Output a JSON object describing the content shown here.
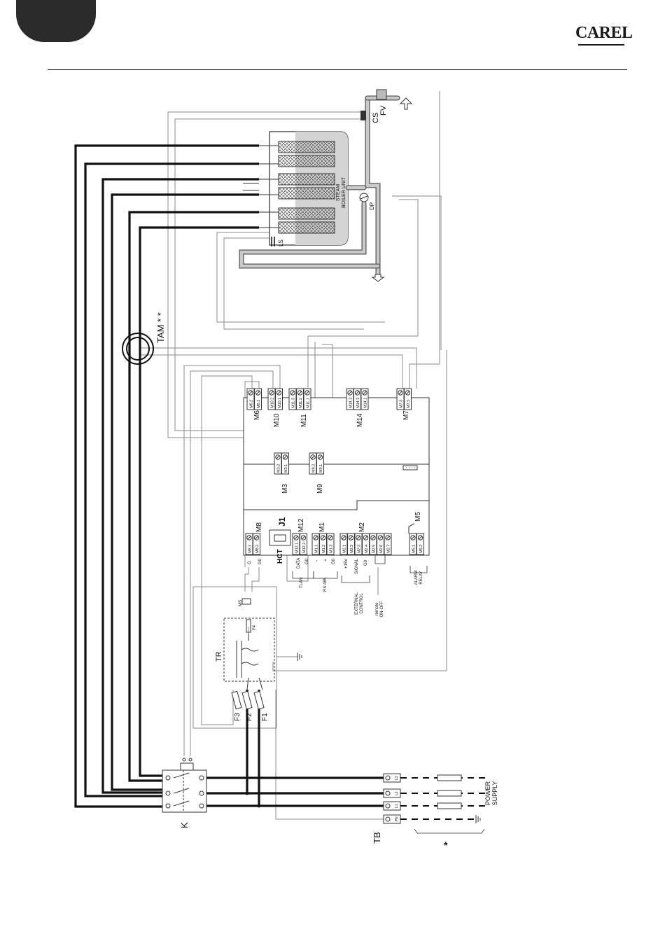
{
  "header": {
    "brand": "CAREL"
  },
  "diagram": {
    "boiler": {
      "label": "STEAM\nBOILER UNIT"
    },
    "components": {
      "cs": "CS",
      "fv": "FV",
      "dp": "DP",
      "ls": "LS",
      "tam": "TAM * *",
      "tr": "TR",
      "k": "K",
      "tb": "TB",
      "ms": "MS",
      "f4": "F4",
      "f1": "F1",
      "f2": "F2",
      "f3": "F3",
      "j1": "J1",
      "hct": "HCT"
    },
    "terminal_blocks": {
      "m6": {
        "label": "M6",
        "pins": [
          "M6.2",
          "M6.1"
        ]
      },
      "m10": {
        "label": "M10",
        "pins": [
          "M10.2",
          "M10.1"
        ]
      },
      "m11": {
        "label": "M11",
        "pins": [
          "M11.3",
          "M11.2",
          "M11.1"
        ]
      },
      "m14": {
        "label": "M14",
        "pins": [
          "M14.3",
          "M14.2",
          "M14.1"
        ]
      },
      "m7": {
        "label": "M7",
        "pins": [
          "M7.3",
          "M7.2"
        ]
      },
      "m3": {
        "label": "M3",
        "pins": [
          "M3.2",
          "M3.1"
        ]
      },
      "m9": {
        "label": "M9",
        "pins": [
          "M9.2",
          "M9.1"
        ]
      },
      "m8": {
        "label": "M8",
        "pins": [
          "M8.1",
          "M8.2"
        ]
      },
      "m12": {
        "label": "M12",
        "pins": [
          "M12.1",
          "M12.2"
        ]
      },
      "m1": {
        "label": "M1",
        "pins": [
          "M1.1",
          "M1.2",
          "M1.3"
        ]
      },
      "m2": {
        "label": "M2",
        "pins": [
          "M2.1",
          "M2.2",
          "M2.3",
          "M2.4",
          "M2.5",
          "M2.6",
          "M2.7"
        ]
      },
      "m5": {
        "label": "M5",
        "pins": [
          "M5.1",
          "M5.2"
        ]
      }
    },
    "signals": {
      "g": "G",
      "g0": "G0",
      "data": "DATA",
      "g0_b": "G0",
      "tlan": "TLAN",
      "minus": "-",
      "plus": "+",
      "g0_c": "G0",
      "rs485": "RS 485",
      "plus15v": "+15V",
      "signal": "SIGNAL",
      "g0_d": "G0",
      "external_control": "EXTERNAL\nCONTROL",
      "remote_onoff": "remote\nON-OFF",
      "alarm_relay": "ALARM\nRELAY"
    },
    "supply": {
      "terminals": [
        "L3",
        "L2",
        "L1",
        "PE"
      ],
      "label": "POWER\nSUPPLY",
      "note": "*"
    }
  }
}
